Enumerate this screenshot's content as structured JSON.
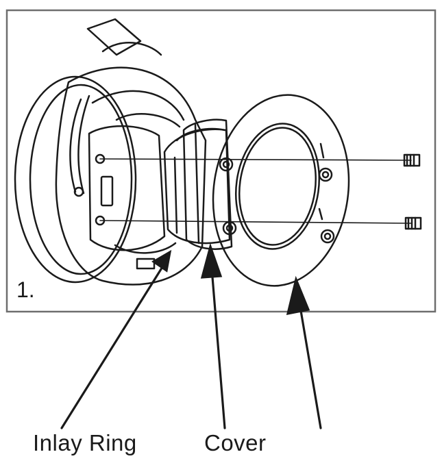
{
  "figure": {
    "step": "1.",
    "labels": {
      "inlay_ring": "Inlay Ring",
      "cover": "Cover",
      "ear_pad": ""
    }
  },
  "colors": {
    "line": "#1a1a1a",
    "frame": "#6e6e6e",
    "background": "#ffffff"
  }
}
